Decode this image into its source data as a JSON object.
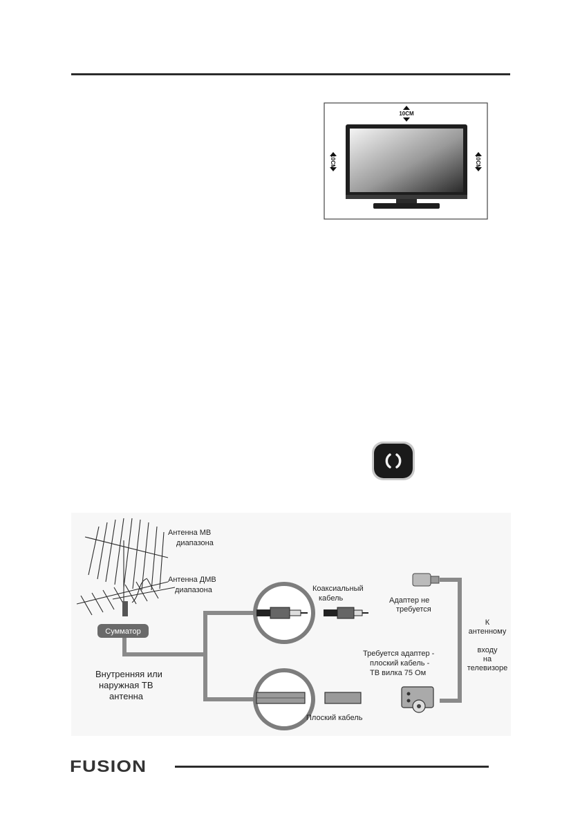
{
  "tv_figure": {
    "clearance_top": "10CM",
    "clearance_left": "10CM",
    "clearance_right": "10CM"
  },
  "power_icon": {
    "icon": "power-standby-icon"
  },
  "antenna_diagram": {
    "vhf_antenna_line1": "Антенна МВ",
    "vhf_antenna_line2": "диапазона",
    "uhf_antenna_line1": "Антенна ДМВ",
    "uhf_antenna_line2": "диапазона",
    "combiner": "Сумматор",
    "tv_antenna_line1": "Внутренняя или",
    "tv_antenna_line2": "наружная ТВ",
    "tv_antenna_line3": "антенна",
    "coax_line1": "Коаксиальный",
    "coax_line2": "кабель",
    "no_adapter_line1": "Адаптер не",
    "no_adapter_line2": "требуется",
    "adapter_line1": "Требуется адаптер -",
    "adapter_line2": "плоский кабель -",
    "adapter_line3": "ТВ вилка 75 Ом",
    "flat_cable": "Плоский кабель",
    "to_input_line1": "К",
    "to_input_line2": "антенному",
    "to_input_line3": "входу",
    "to_input_line4": "на",
    "to_input_line5": "телевизоре"
  },
  "footer": {
    "logo": "FUSION"
  }
}
